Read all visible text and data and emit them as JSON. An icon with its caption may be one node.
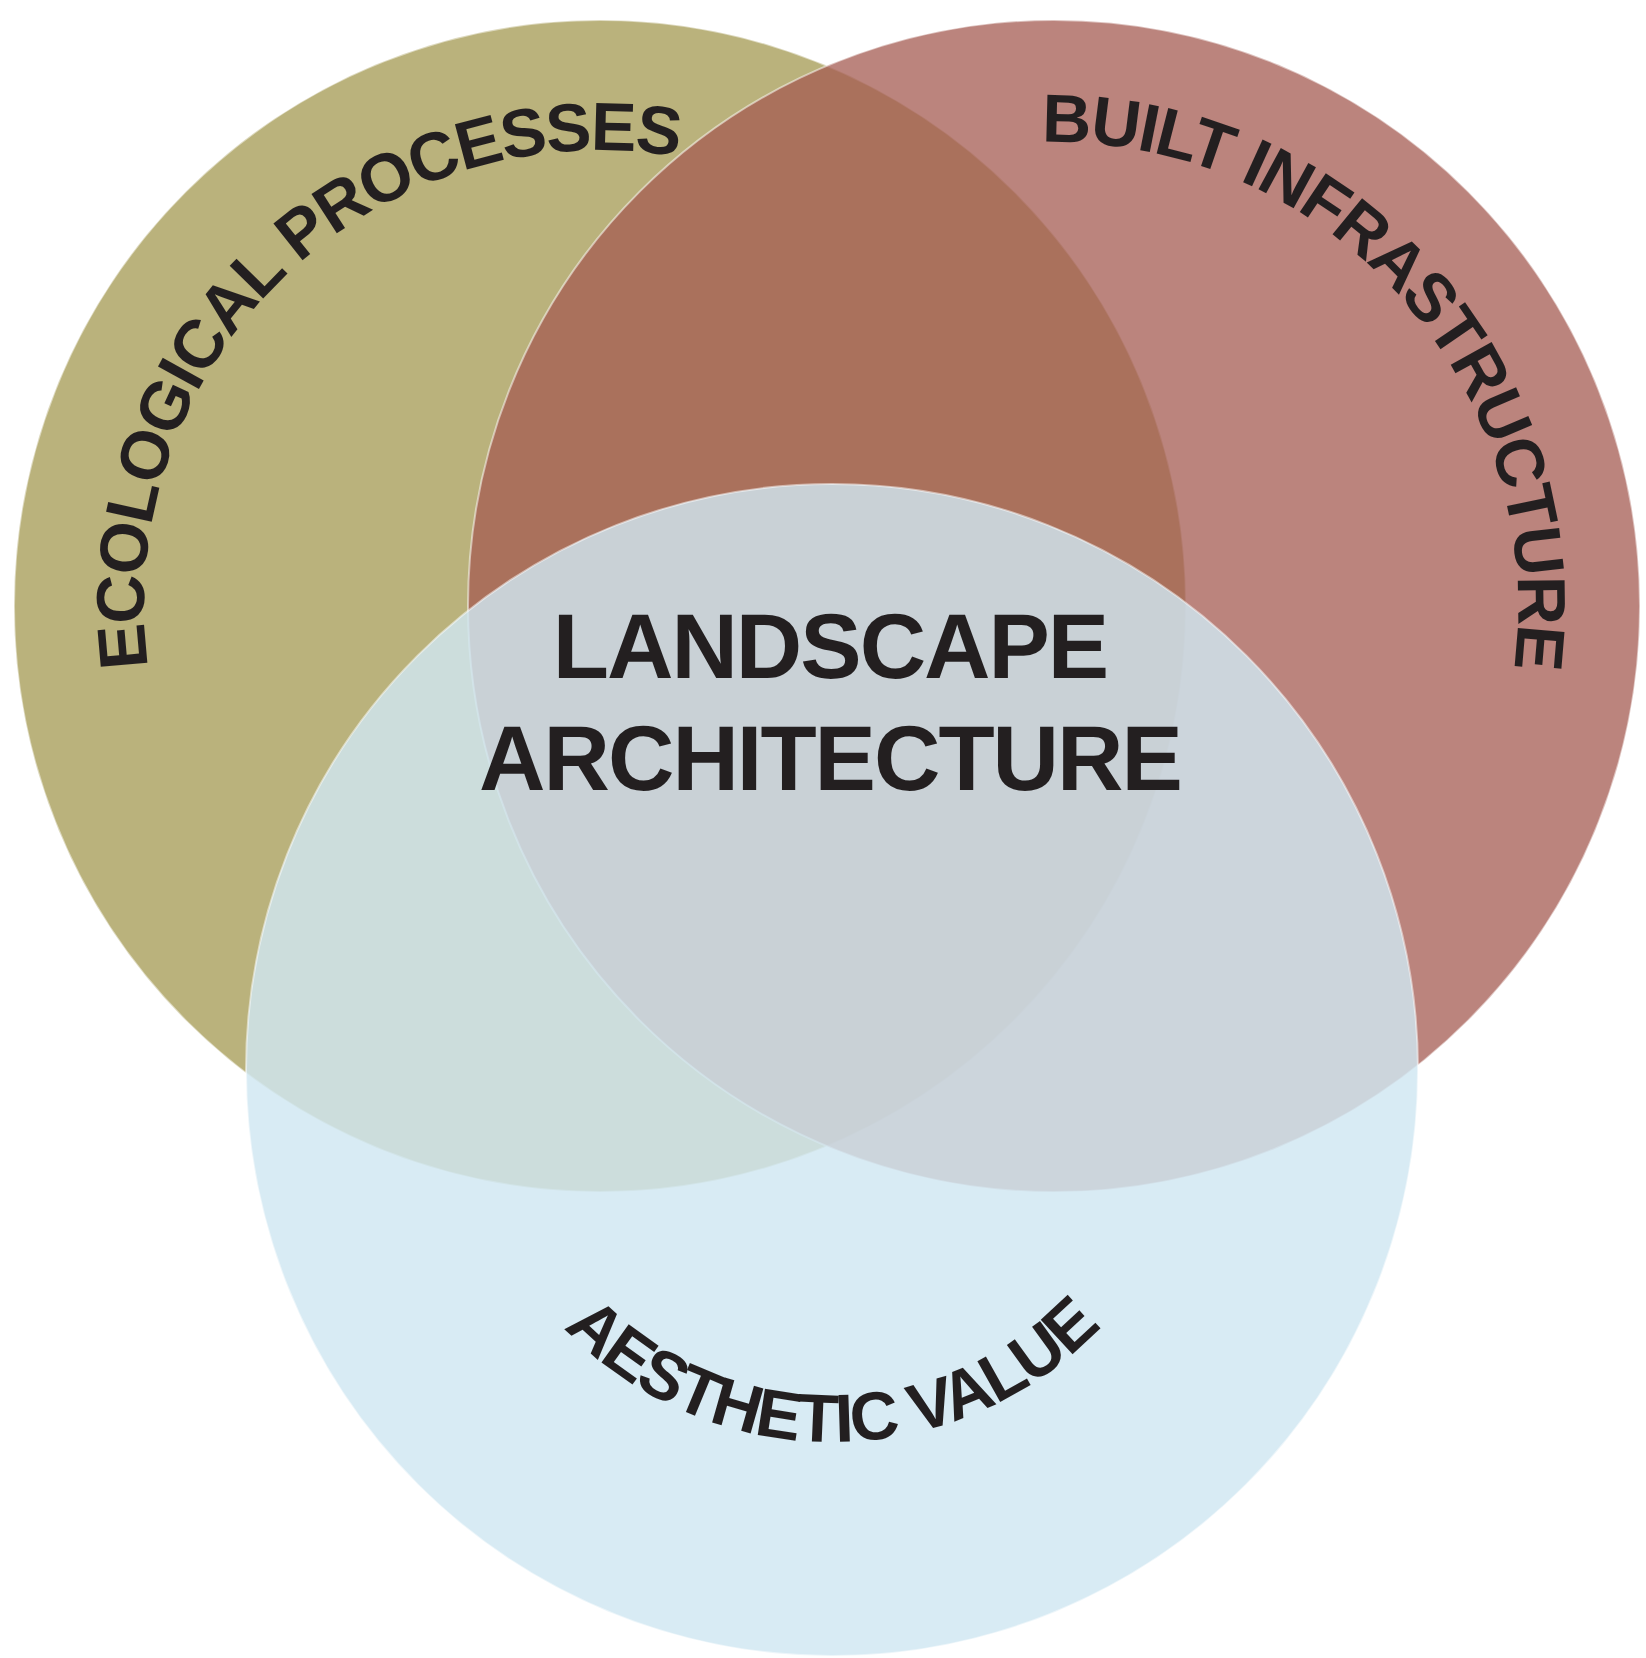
{
  "diagram": {
    "nodes": [
      {
        "text": [
          "ECOLOGICAL PROCESSES"
        ]
      },
      {
        "text": [
          "BUILT INFRASTRUCTURE"
        ]
      },
      {
        "text": [
          "AESTHETIC VALUE"
        ]
      }
    ],
    "labels": [
      "LANDSCAPE ARCHITECTURE"
    ]
  }
}
